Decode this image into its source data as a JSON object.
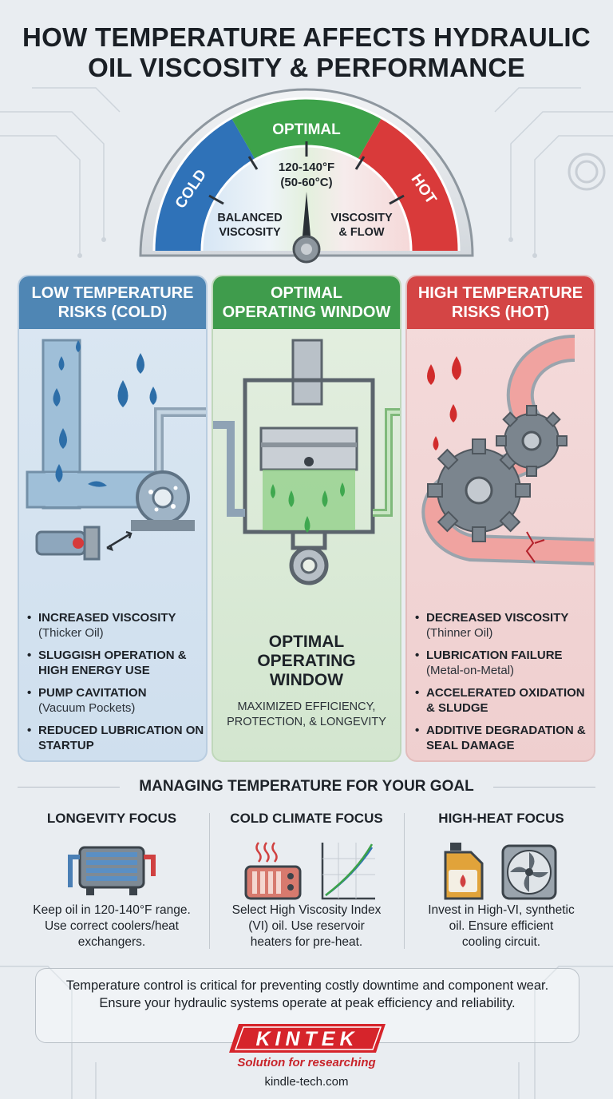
{
  "title": {
    "line1": "HOW TEMPERATURE AFFECTS HYDRAULIC",
    "line2": "OIL VISCOSITY & PERFORMANCE"
  },
  "gauge": {
    "cold_label": "COLD",
    "optimal_label": "OPTIMAL",
    "hot_label": "HOT",
    "range_f": "120-140°F",
    "range_c": "(50-60°C)",
    "left_note_1": "BALANCED",
    "left_note_2": "VISCOSITY",
    "right_note_1": "VISCOSITY",
    "right_note_2": "& FLOW",
    "colors": {
      "cold": "#2f72b8",
      "optimal": "#3da24a",
      "hot": "#d93a3a"
    }
  },
  "panels": {
    "cold": {
      "header_1": "LOW TEMPERATURE",
      "header_2": "RISKS (COLD)",
      "items": [
        {
          "bold": "INCREASED VISCOSITY",
          "sub": "(Thicker Oil)"
        },
        {
          "bold": "SLUGGISH OPERATION & HIGH ENERGY USE",
          "sub": ""
        },
        {
          "bold": "PUMP CAVITATION",
          "sub": "(Vacuum Pockets)"
        },
        {
          "bold": "REDUCED LUBRICATION ON STARTUP",
          "sub": ""
        }
      ]
    },
    "optimal": {
      "header_1": "OPTIMAL",
      "header_2": "OPERATING WINDOW",
      "body_title_1": "OPTIMAL",
      "body_title_2": "OPERATING",
      "body_title_3": "WINDOW",
      "body_sub_1": "MAXIMIZED EFFICIENCY,",
      "body_sub_2": "PROTECTION, & LONGEVITY"
    },
    "hot": {
      "header_1": "HIGH TEMPERATURE",
      "header_2": "RISKS (HOT)",
      "items": [
        {
          "bold": "DECREASED VISCOSITY",
          "sub": "(Thinner Oil)"
        },
        {
          "bold": "LUBRICATION FAILURE",
          "sub": "(Metal-on-Metal)"
        },
        {
          "bold": "ACCELERATED OXIDATION & SLUDGE",
          "sub": ""
        },
        {
          "bold": "ADDITIVE DEGRADATION & SEAL DAMAGE",
          "sub": ""
        }
      ]
    }
  },
  "managing": {
    "heading": "MANAGING TEMPERATURE FOR YOUR GOAL",
    "columns": [
      {
        "title": "LONGEVITY FOCUS",
        "icon": "heat-exchanger-icon",
        "text_1": "Keep oil in 120-140°F range.",
        "text_2": "Use correct coolers/heat",
        "text_3": "exchangers."
      },
      {
        "title": "COLD CLIMATE FOCUS",
        "icon": "reservoir-heater-icon",
        "text_1": "Select High Viscosity Index",
        "text_2": "(VI) oil. Use reservoir",
        "text_3": "heaters for pre-heat."
      },
      {
        "title": "HIGH-HEAT FOCUS",
        "icon": "synthetic-oil-and-fan-icon",
        "text_1": "Invest in High-VI, synthetic",
        "text_2": "oil. Ensure efficient",
        "text_3": "cooling circuit."
      }
    ]
  },
  "footer": {
    "line1": "Temperature control is critical for preventing costly downtime and component wear.",
    "line2": "Ensure your hydraulic systems operate at peak efficiency and reliability."
  },
  "brand": {
    "logo": "KINTEK",
    "tagline": "Solution for researching",
    "url": "kindle-tech.com",
    "color": "#d6242b"
  }
}
